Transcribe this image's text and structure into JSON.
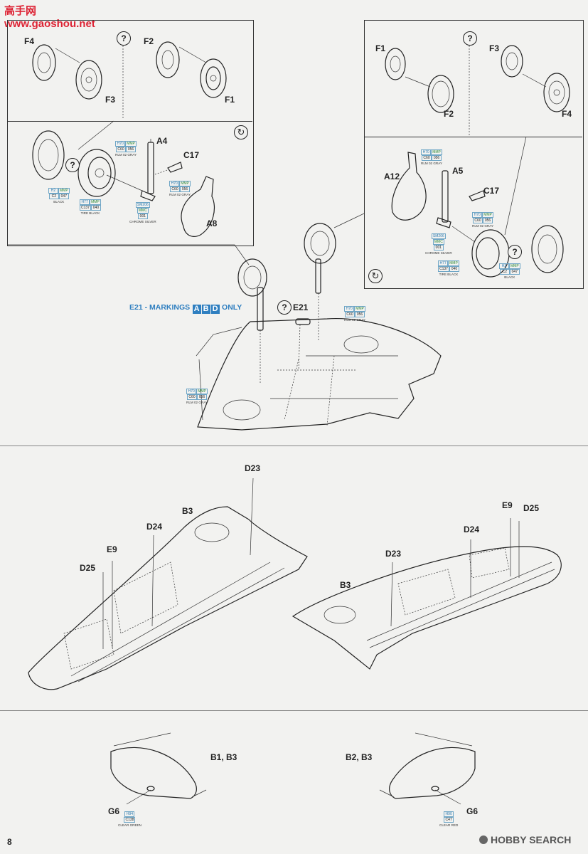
{
  "watermark_top": "高手网 www.gaoshou.net",
  "page_number": "8",
  "footer_brand": "HOBBY SEARCH",
  "colors": {
    "accent_blue": "#2f7fc0",
    "paint_code_blue": "#2a7ab0",
    "paint_code_green": "#2f8a3a"
  },
  "icons": [
    "question-icon",
    "rotate-icon",
    "hobbysearch-logo-icon"
  ],
  "top_left_wheels": {
    "labels": [
      "F4",
      "F3",
      "F2",
      "F1"
    ],
    "question": "?"
  },
  "top_right_wheels": {
    "labels": [
      "F1",
      "F2",
      "F3",
      "F4"
    ],
    "question": "?"
  },
  "left_gear": {
    "labels": [
      "A4",
      "C17",
      "A8"
    ],
    "question": "?",
    "rotate": "↻",
    "paints": [
      {
        "h": "H70",
        "m": "MMP",
        "c": "C60",
        "n": "056",
        "name": "RLM 02 GRAY"
      },
      {
        "h": "H70",
        "m": "MMP",
        "c": "C60",
        "n": "056",
        "name": "RLM 02 GRAY"
      },
      {
        "h": "H2",
        "m": "MMP",
        "c": "C2",
        "n": "047",
        "name": "BLACK"
      },
      {
        "h": "H77",
        "m": "MMP",
        "c": "C137",
        "n": "040",
        "name": "TIRE BLACK"
      },
      {
        "h": "SM206",
        "m": "MMC",
        "c": "",
        "n": "001",
        "name": "CHROME SILVER"
      }
    ]
  },
  "right_gear": {
    "labels": [
      "A12",
      "A5",
      "C17"
    ],
    "question": "?",
    "rotate": "↻",
    "paints": [
      {
        "h": "H70",
        "m": "MMP",
        "c": "C60",
        "n": "056",
        "name": "RLM 02 GRAY"
      },
      {
        "h": "H70",
        "m": "MMP",
        "c": "C60",
        "n": "056",
        "name": "RLM 02 GRAY"
      },
      {
        "h": "SM206",
        "m": "MMC",
        "c": "",
        "n": "001",
        "name": "CHROME SILVER"
      },
      {
        "h": "H77",
        "m": "MMP",
        "c": "C137",
        "n": "040",
        "name": "TIRE BLACK"
      },
      {
        "h": "H2",
        "m": "MMP",
        "c": "C2",
        "n": "047",
        "name": "BLACK"
      }
    ]
  },
  "center": {
    "e21_prefix": "E21 - MARKINGS",
    "markings": [
      "A",
      "B",
      "D"
    ],
    "only": "ONLY",
    "e21_label": "E21",
    "question": "?",
    "paints": [
      {
        "h": "H70",
        "m": "MMP",
        "c": "C60",
        "n": "056",
        "name": "RLM 02 GRAY"
      },
      {
        "h": "H70",
        "m": "MMP",
        "c": "C60",
        "n": "056",
        "name": "RLM 02 GRAY"
      }
    ]
  },
  "wings": {
    "left_labels": [
      "D23",
      "B3",
      "D24",
      "E9",
      "D25"
    ],
    "right_labels": [
      "E9",
      "D25",
      "D24",
      "D23",
      "B3"
    ]
  },
  "tips": {
    "left": {
      "title": "B1, B3",
      "part": "G6",
      "paint_h": "H94",
      "paint_c": "C138",
      "paint_name": "CLEAR GREEN"
    },
    "right": {
      "title": "B2, B3",
      "part": "G6",
      "paint_h": "H90",
      "paint_c": "C47",
      "paint_name": "CLEAR RED"
    }
  }
}
